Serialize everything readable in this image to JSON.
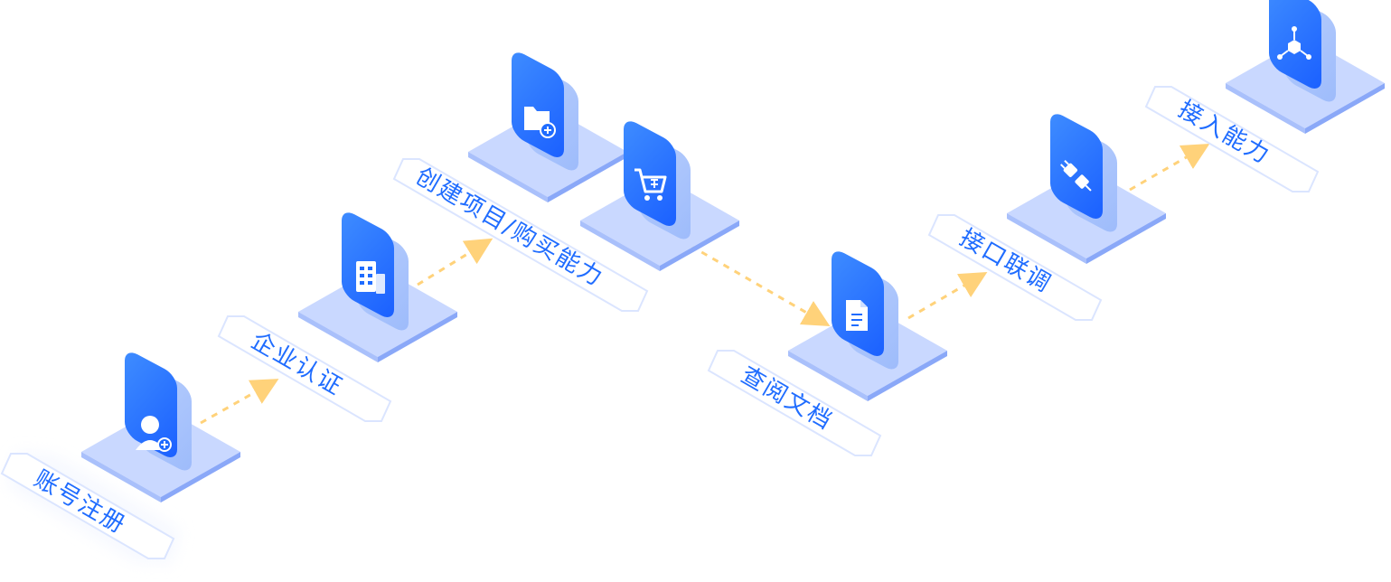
{
  "steps": [
    {
      "label": "账号注册",
      "icon": "user-add-icon"
    },
    {
      "label": "企业认证",
      "icon": "building-icon"
    },
    {
      "label": "创建项目/购买能力",
      "icon": "folder-add-icon"
    },
    {
      "label": "",
      "icon": "shopping-cart-icon"
    },
    {
      "label": "查阅文档",
      "icon": "document-icon"
    },
    {
      "label": "接口联调",
      "icon": "plug-icon"
    },
    {
      "label": "接入能力",
      "icon": "network-cube-icon"
    }
  ],
  "colors": {
    "accent": "#1f6cff",
    "platform": "#c9d8ff",
    "platform_edge": "#8aa8f8",
    "arrow": "#ffd27a",
    "label_border": "#dbe5ff"
  }
}
